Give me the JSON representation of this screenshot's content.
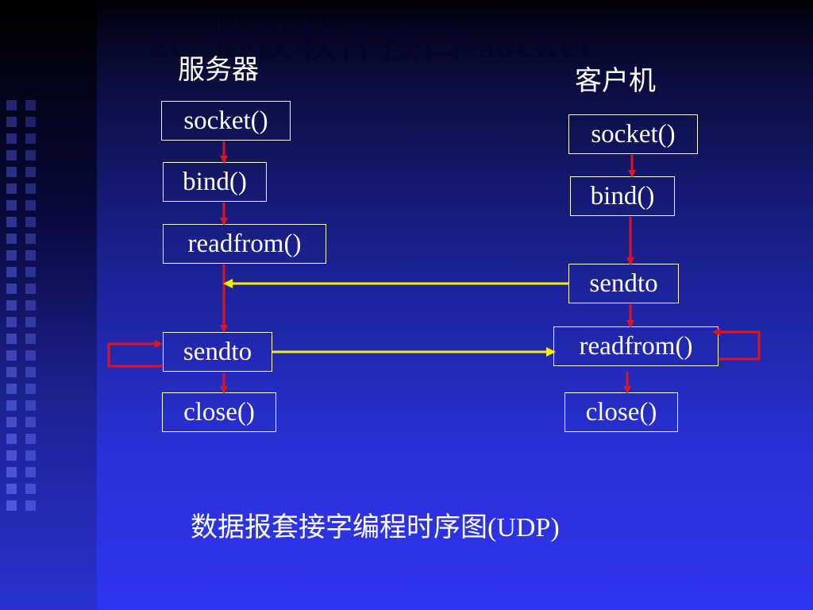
{
  "slide": {
    "title": "2、协议软件接口-socket"
  },
  "server": {
    "label": "服务器",
    "steps": [
      "socket()",
      "bind()",
      "readfrom()",
      "sendto",
      "close()"
    ]
  },
  "client": {
    "label": "客户机",
    "steps": [
      "socket()",
      "bind()",
      "sendto",
      "readfrom()",
      "close()"
    ]
  },
  "caption": "数据报套接字编程时序图(UDP)",
  "colors": {
    "background": "#2e35f0",
    "arrow_red": "#e0141c",
    "arrow_yellow": "#f5f000",
    "box_border": "#ffffff"
  }
}
